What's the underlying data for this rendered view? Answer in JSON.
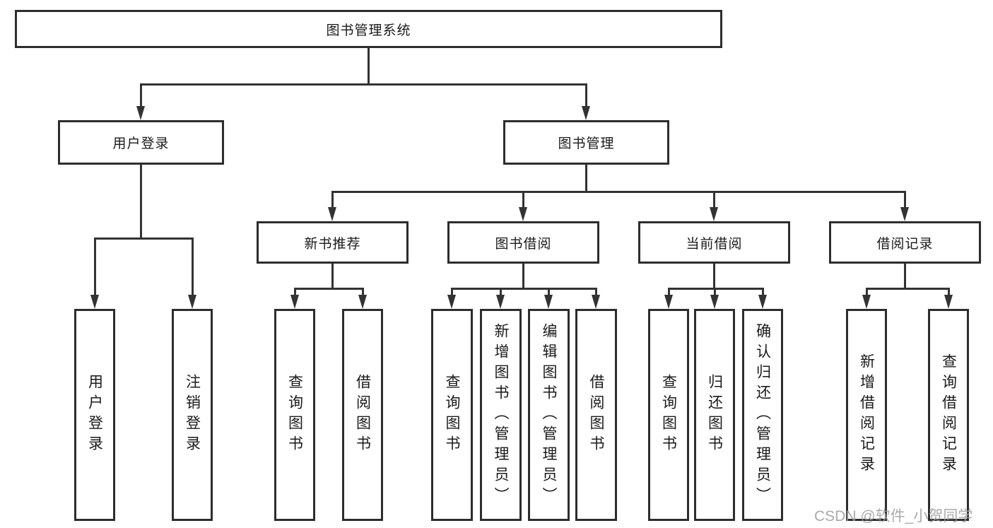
{
  "nodes": {
    "root": "图书管理系统",
    "user_login": "用户登录",
    "book_mgmt": "图书管理",
    "new_book_rec": "新书推荐",
    "book_borrow": "图书借阅",
    "current_borrow": "当前借阅",
    "borrow_record": "借阅记录",
    "leaf_user_login": "用户登录",
    "leaf_logout": "注销登录",
    "leaf_nb_query": "查询图书",
    "leaf_nb_borrow": "借阅图书",
    "leaf_bb_query": "查询图书",
    "leaf_bb_add": "新增图书（管理员）",
    "leaf_bb_edit": "编辑图书（管理员）",
    "leaf_bb_borrow": "借阅图书",
    "leaf_cb_query": "查询图书",
    "leaf_cb_return": "归还图书",
    "leaf_cb_confirm": "确认归还（管理员）",
    "leaf_br_add": "新增借阅记录",
    "leaf_br_query": "查询借阅记录"
  },
  "hierarchy": {
    "图书管理系统": {
      "用户登录": [
        "用户登录",
        "注销登录"
      ],
      "图书管理": {
        "新书推荐": [
          "查询图书",
          "借阅图书"
        ],
        "图书借阅": [
          "查询图书",
          "新增图书（管理员）",
          "编辑图书（管理员）",
          "借阅图书"
        ],
        "当前借阅": [
          "查询图书",
          "归还图书",
          "确认归还（管理员）"
        ],
        "借阅记录": [
          "新增借阅记录",
          "查询借阅记录"
        ]
      }
    }
  },
  "watermark": {
    "text": "CSDN @软件_小贺同学"
  },
  "colors": {
    "line": "#333333",
    "box_border": "#2d2d2d",
    "text": "#1a1a1a",
    "watermark": "#9e9e9e",
    "background": "#ffffff"
  }
}
